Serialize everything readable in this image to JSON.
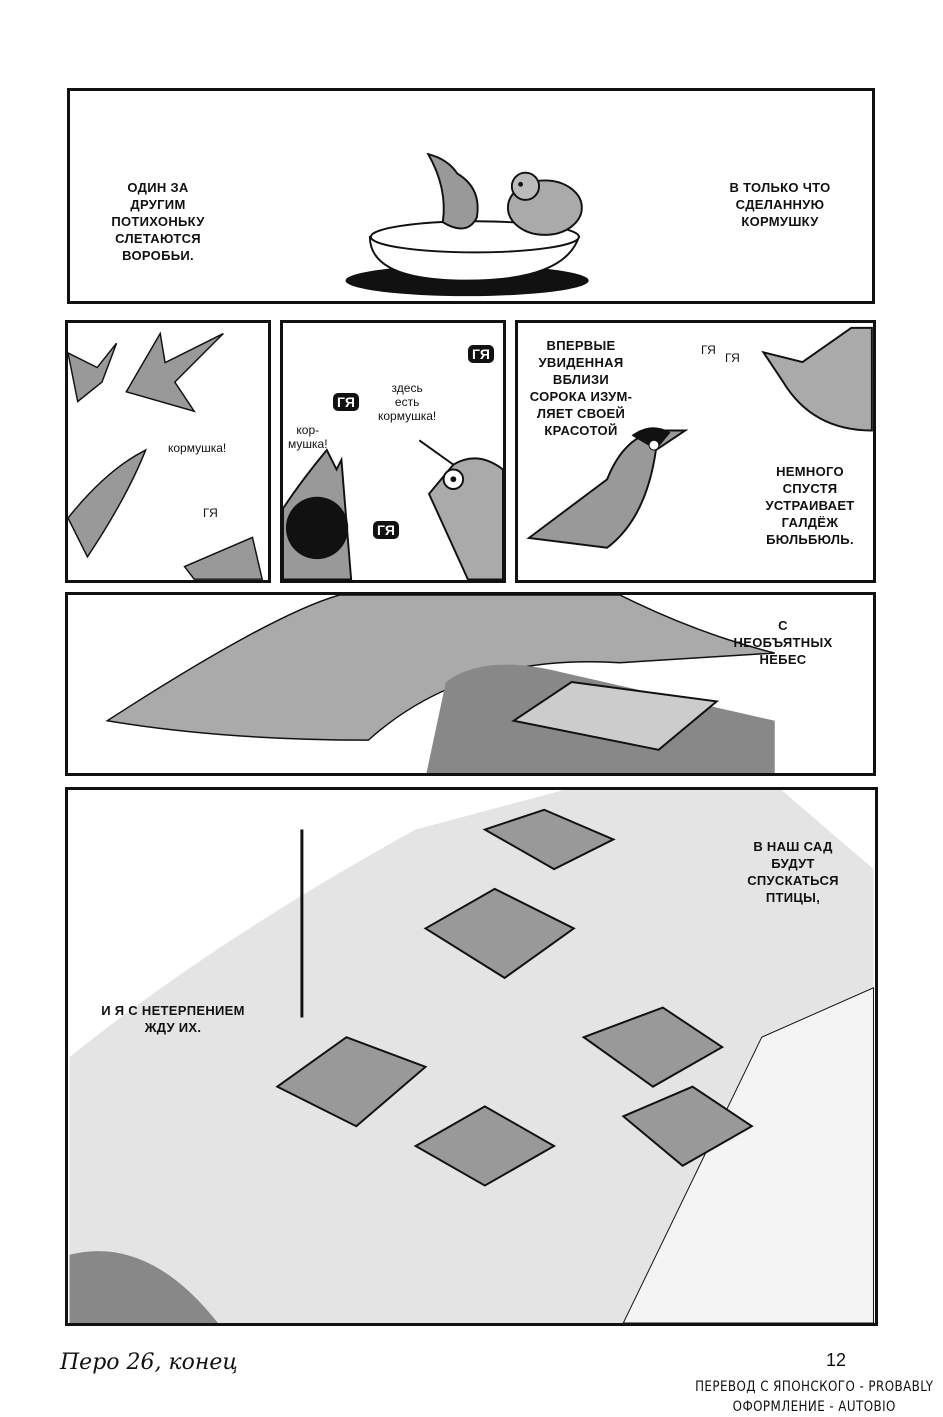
{
  "panels": [
    {
      "captions": [
        "ОДИН ЗА ДРУГИМ\nПОТИХОНЬКУ\nСЛЕТАЮТСЯ\nВОРОБЬИ.",
        "В ТОЛЬКО ЧТО\nСДЕЛАННУЮ\nКОРМУШКУ"
      ]
    },
    {
      "sfx": [
        "кормушка!",
        "ГЯ"
      ]
    },
    {
      "sfx": [
        "ГЯ",
        "ГЯ",
        "ГЯ",
        "кор-\nмушка!",
        "здесь\nесть\nкормушка!"
      ]
    },
    {
      "captions": [
        "ВПЕРВЫЕ\nУВИДЕННАЯ\nВБЛИЗИ\nСОРОКА ИЗУМ-\nЛЯЕТ СВОЕЙ\nКРАСОТОЙ",
        "НЕМНОГО\nСПУСТЯ\nУСТРАИВАЕТ\nГАЛДЁЖ\nБЮЛЬБЮЛЬ."
      ],
      "sfx": [
        "ГЯ",
        "ГЯ"
      ]
    },
    {
      "captions": [
        "С НЕОБЪЯТНЫХ\nНЕБЕС"
      ]
    },
    {
      "captions": [
        "В НАШ САД\nБУДУТ\nСПУСКАТЬСЯ\nПТИЦЫ,",
        "И Я С НЕТЕРПЕНИЕМ\nЖДУ ИХ."
      ]
    }
  ],
  "footer": {
    "chapter_end": "Перо 26, конец",
    "page_number": "12",
    "credits": [
      "ПЕРЕВОД С ЯПОНСКОГО - PROBABLY",
      "ОФОРМЛЕНИЕ - AUTOBIO"
    ]
  }
}
